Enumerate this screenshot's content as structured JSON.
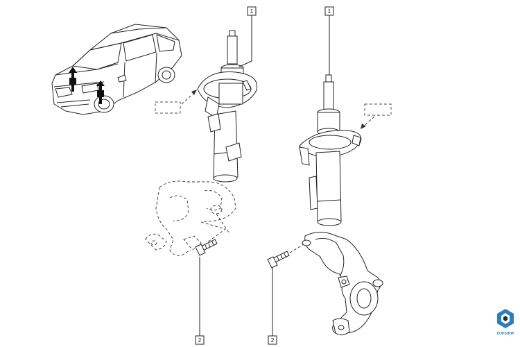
{
  "callouts": {
    "strut_left": "1",
    "strut_right": "1",
    "bolt_left": "2",
    "bolt_right": "2"
  },
  "brand": {
    "text": "DOPSHOP",
    "color": "#2a7fb8"
  },
  "icons": {
    "car": "car-illustration",
    "logo": "dopshop-logo-icon"
  }
}
